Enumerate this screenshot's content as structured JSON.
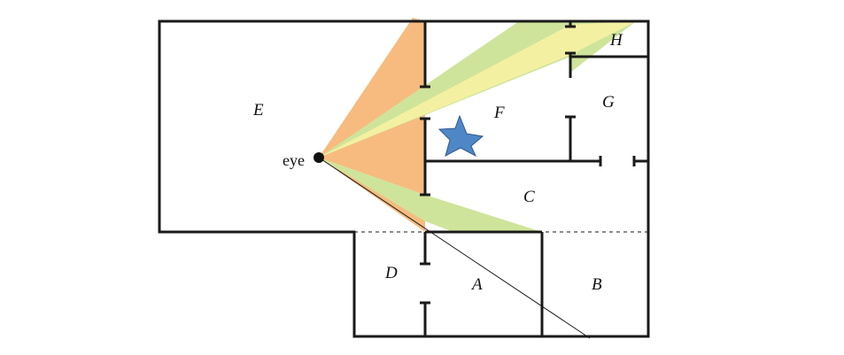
{
  "colors": {
    "orange_wedge": "#f7bb7f",
    "green_wedge": "#cfe49b",
    "yellow_wedge": "#f4f0a2",
    "star": "#4f86c6",
    "star_outline": "#2c5a93",
    "eye": "#111111"
  },
  "labels": {
    "eye": "eye",
    "rooms": {
      "A": "A",
      "B": "B",
      "C": "C",
      "D": "D",
      "E": "E",
      "F": "F",
      "G": "G",
      "H": "H"
    }
  }
}
